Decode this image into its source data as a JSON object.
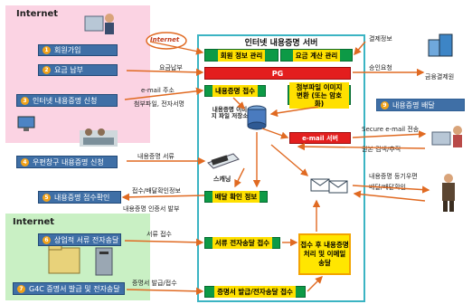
{
  "zones": {
    "internet_top": "Internet",
    "internet_bottom": "Internet"
  },
  "left_steps": {
    "s1": "회원가입",
    "s2": "요금 납부",
    "s3": "인터넷 내용증명 신청",
    "s4": "우편창구 내용증명 신청",
    "s5": "내용증명 접수확인",
    "s6": "상업적 서류 전자송달",
    "s7": "G4C 증명서 발급 및 전자송달"
  },
  "internet_cloud": "Internet",
  "server": {
    "title": "인터넷 내용증명 서버",
    "member_mgmt": "회원 정보 관리",
    "fee_mgmt": "요금 계산 관리",
    "pg": "PG",
    "receipt": "내용증명 접수",
    "attach_convert": "첨부파일 이미지 변환 (또는 암호화)",
    "db_label": "내용증명 이미지 파일 저장소",
    "email_server": "e-mail 서버",
    "scanning": "스캐닝",
    "delivery_check": "배달 확인 정보",
    "doc_receive": "서류 전자송달 접수",
    "cert_issue": "증명서 발급/전자송달 접수",
    "process": "접수 후 내용증명 처리 및 이메일 송달"
  },
  "right": {
    "payment_info": "결제정보",
    "approval": "승인요청",
    "finance_net": "금융결제원",
    "delivery_step_num": "9",
    "delivery_step": "내용증명 배달",
    "secure_email": "Secure e-mail 전송",
    "original_search": "원본 검색/추적",
    "registered_mail": "내용증명 등기우편",
    "delivery_info": "배달/배달확인"
  },
  "flows": {
    "fee_payment": "요금납부",
    "email_addr": "e-mail 주소",
    "attach_file": "첨부파일, 전자서명",
    "cert_docs": "내용증명 서류",
    "receipt_info": "접수/배달확인정보",
    "auth_issue": "내용증명 인증서 발부",
    "doc_receipt": "서류 접수",
    "cert_docs2": "증명서 발급/접수"
  },
  "colors": {
    "step_blue": "#3f6fa6",
    "server_green": "#0d9a46",
    "red_box": "#e31e1e",
    "yellow_box": "#ffe600",
    "arrow": "#e06a22"
  }
}
